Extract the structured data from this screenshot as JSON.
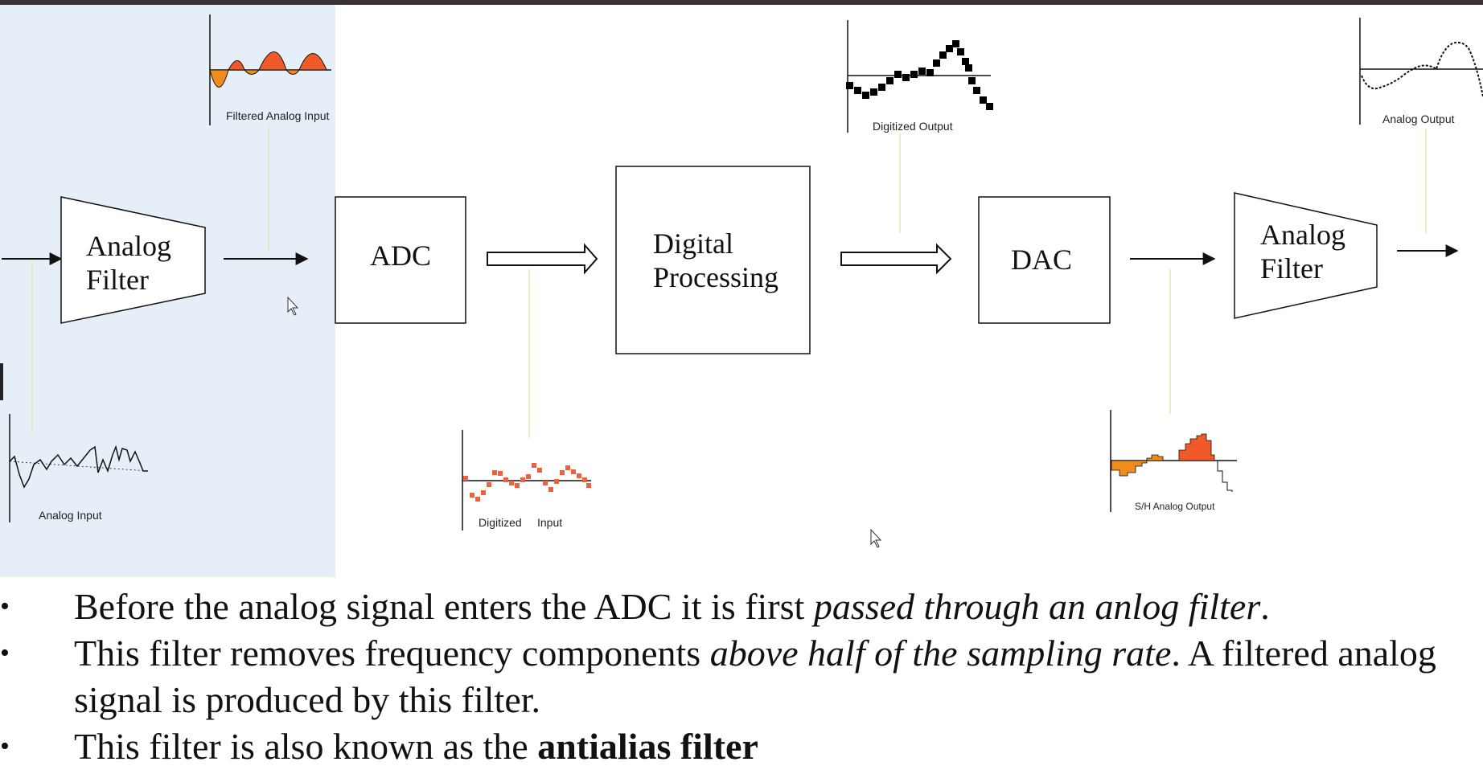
{
  "diagram": {
    "blocks": {
      "analog_filter_in": [
        "Analog",
        "Filter"
      ],
      "adc": "ADC",
      "digital_processing": [
        "Digital",
        "Processing"
      ],
      "dac": "DAC",
      "analog_filter_out": [
        "Analog",
        "Filter"
      ]
    },
    "signals": {
      "analog_input": "Analog Input",
      "filtered_analog_input": "Filtered Analog Input",
      "digitized_input": [
        "Digitized",
        "Input"
      ],
      "digitized_output": "Digitized Output",
      "sh_analog_output": "S/H Analog Output",
      "analog_output": "Analog Output"
    },
    "colors": {
      "highlight": "#e6eff8",
      "orange": "#f08c1e",
      "red_orange": "#f05a28",
      "sample_dot": "#f0603c",
      "black_dot": "#000000"
    }
  },
  "bullets": [
    {
      "parts": [
        {
          "text": "Before the analog signal enters the ADC it is first ",
          "style": "normal"
        },
        {
          "text": "passed through an anlog filter",
          "style": "italic"
        },
        {
          "text": ".",
          "style": "normal"
        }
      ]
    },
    {
      "parts": [
        {
          "text": "This filter removes frequency components ",
          "style": "normal"
        },
        {
          "text": "above half of the sampling rate",
          "style": "italic"
        },
        {
          "text": ". A filtered analog signal is produced by this filter.",
          "style": "normal"
        }
      ]
    },
    {
      "parts": [
        {
          "text": "This filter is also known as the ",
          "style": "normal"
        },
        {
          "text": "antialias filter",
          "style": "bold"
        }
      ]
    }
  ],
  "bullet_symbol": "•"
}
